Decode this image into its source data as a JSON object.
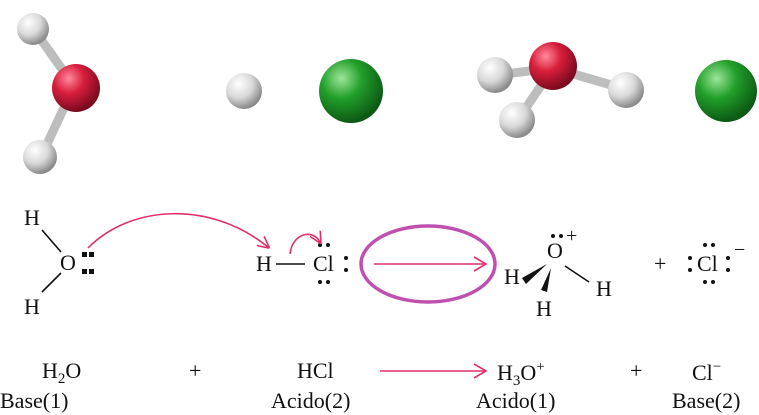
{
  "structures": {
    "water": {
      "h_top": "H",
      "o": "O",
      "h_bottom": "H"
    },
    "hcl": {
      "h": "H",
      "cl": "Cl"
    },
    "hydronium": {
      "o": "O",
      "charge": "+",
      "h_left": "H",
      "h_right": "H",
      "h_bottom": "H"
    },
    "plus": "+",
    "chloride": {
      "cl": "Cl",
      "charge": "−"
    }
  },
  "equation": {
    "reactant1": {
      "formula": "H",
      "sub": "2",
      "rest": "O"
    },
    "plus1": "+",
    "reactant2": {
      "formula": "HCl"
    },
    "product1": {
      "formula": "H",
      "sub": "3",
      "rest": "O",
      "sup": "+"
    },
    "plus2": "+",
    "product2": {
      "formula": "Cl",
      "sup": "−"
    }
  },
  "roles": {
    "r1": "Base(1)",
    "r2": "Acido(2)",
    "p1": "Acido(1)",
    "p2": "Base(2)"
  },
  "colors": {
    "oxygen": "#d81e3c",
    "chlorine": "#22a02a",
    "hydrogen": "#e6e6e6",
    "arrow": "#e0306a",
    "highlight": "#c050b0",
    "text": "#111111"
  }
}
